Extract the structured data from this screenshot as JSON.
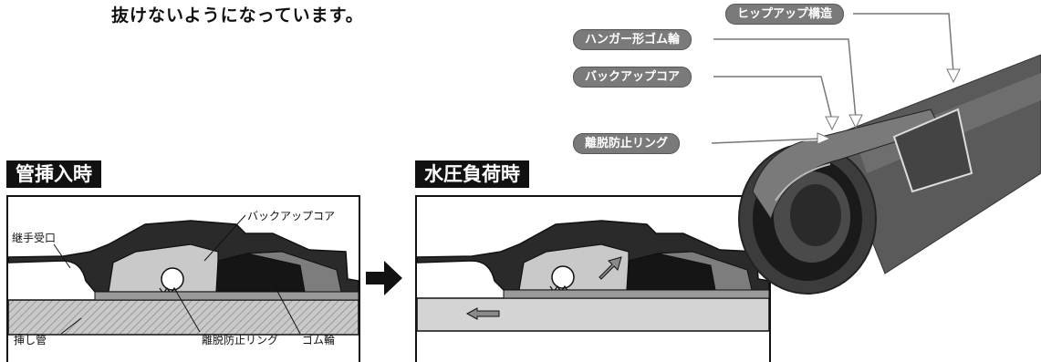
{
  "intro_text": "抜けないようになっています。",
  "panels": [
    {
      "title": "管挿入時",
      "labels": {
        "receiver": "継手受口",
        "backup": "バックアップコア",
        "spigot": "挿し管",
        "ring": "離脱防止リング",
        "gasket": "ゴム輪"
      }
    },
    {
      "title": "水圧負荷時"
    }
  ],
  "callouts": {
    "hip_up": "ヒップアップ構造",
    "hanger": "ハンガー形ゴム輪",
    "backup": "バックアップコア",
    "ring": "離脱防止リング"
  },
  "colors": {
    "dark": "#2a2a2a",
    "mid": "#7d7d7d",
    "light": "#c9c9c9",
    "pipe": "#5a5a5a",
    "pill": "#7a7a7a"
  }
}
